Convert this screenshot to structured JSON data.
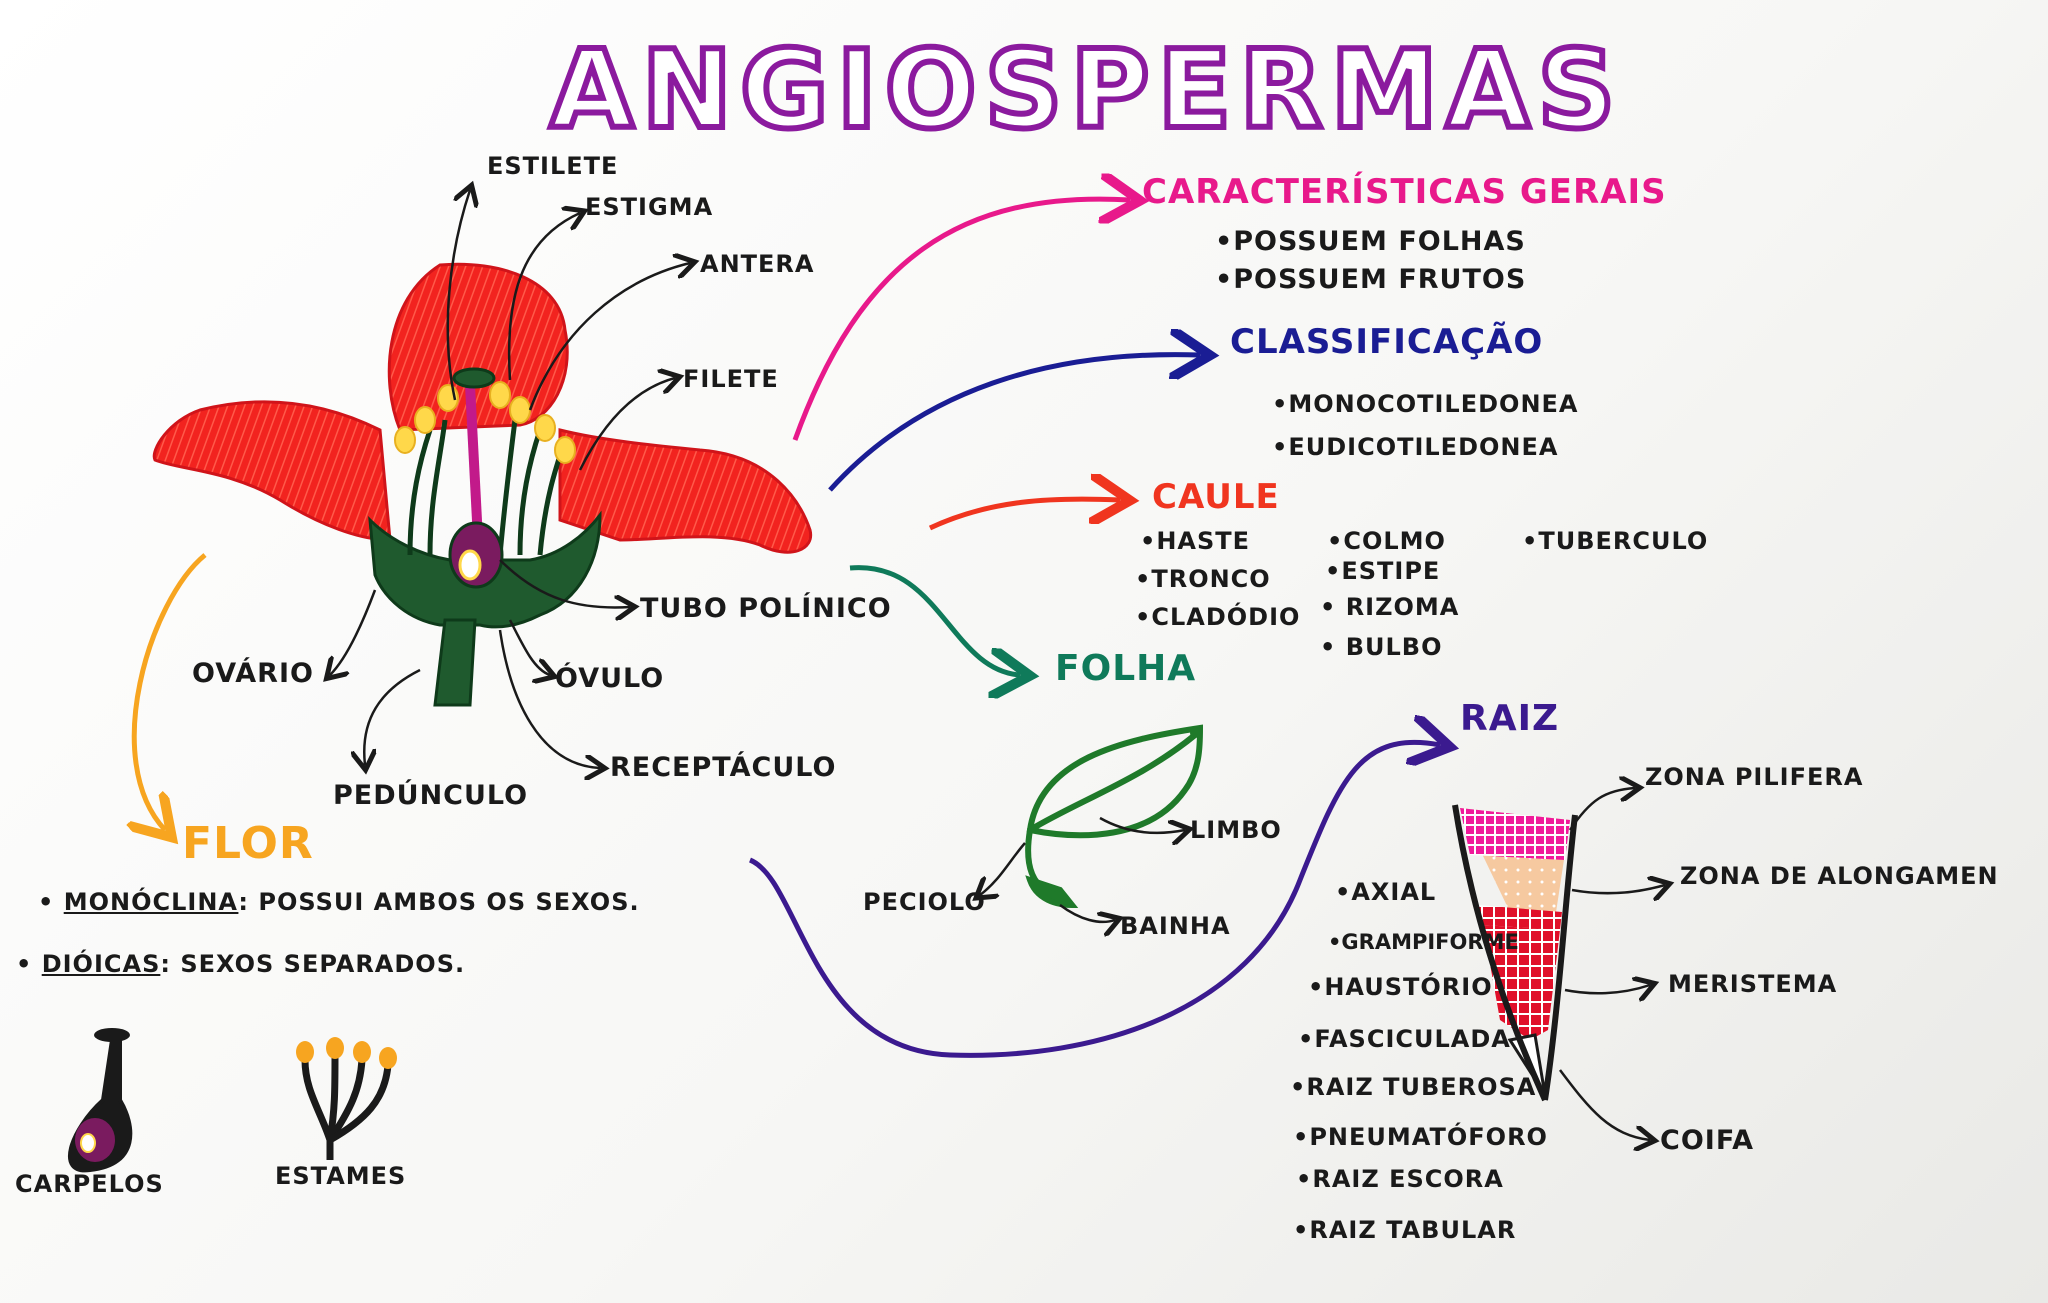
{
  "title": "ANGIOSPERMAS",
  "flower_labels": {
    "estilete": "ESTILETE",
    "estigma": "ESTIGMA",
    "antera": "ANTERA",
    "filete": "FILETE",
    "tubo_polinico": "TUBO POLÍNICO",
    "ovario": "OVÁRIO",
    "ovulo": "ÓVULO",
    "receptaculo": "RECEPTÁCULO",
    "pedunculo": "PEDÚNCULO"
  },
  "caracteristicas": {
    "heading": "CARACTERÍSTICAS GERAIS",
    "items": [
      "•POSSUEM FOLHAS",
      "•POSSUEM FRUTOS"
    ]
  },
  "classificacao": {
    "heading": "CLASSIFICAÇÃO",
    "items": [
      "•MONOCOTILEDONEA",
      "•EUDICOTILEDONEA"
    ]
  },
  "caule": {
    "heading": "CAULE",
    "col1": [
      "•HASTE",
      "•TRONCO",
      "•CLADÓDIO"
    ],
    "col2": [
      "•COLMO",
      "•ESTIPE",
      "• RIZOMA",
      "• BULBO"
    ],
    "col3": [
      "•TUBERCULO"
    ]
  },
  "folha": {
    "heading": "FOLHA",
    "limbo": "LIMBO",
    "peciolo": "PECIOLO",
    "bainha": "BAINHA"
  },
  "raiz": {
    "heading": "RAIZ",
    "types": [
      "•AXIAL",
      "•GRAMPIFORME",
      "•HAUSTÓRIO",
      "•FASCICULADA",
      "•RAIZ TUBEROSA",
      "•PNEUMATÓFORO",
      "•RAIZ ESCORA",
      "•RAIZ TABULAR"
    ],
    "zona_pilifera": "ZONA PILIFERA",
    "zona_alongamento": "ZONA DE ALONGAMEN",
    "meristema": "MERISTEMA",
    "coifa": "COIFA"
  },
  "flor": {
    "heading": "FLOR",
    "monoclina_term": "MONÓCLINA",
    "monoclina_desc": ": POSSUI AMBOS OS SEXOS.",
    "dioicas_term": "DIÓICAS",
    "dioicas_desc": ": SEXOS SEPARADOS.",
    "carpelos": "CARPELOS",
    "estames": "ESTAMES"
  },
  "colors": {
    "title": "#8b1a9e",
    "pink": "#e8198b",
    "blue": "#1a1d94",
    "red": "#f0351f",
    "green": "#0f7a5a",
    "purple": "#3b1a8f",
    "orange": "#f7a520"
  }
}
